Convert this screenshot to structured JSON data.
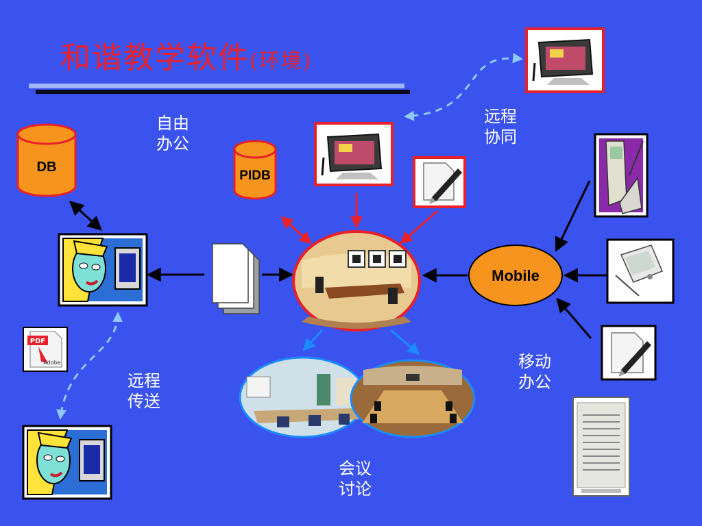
{
  "title": {
    "main": "和谐教学软件",
    "sub": "(环境)"
  },
  "nodes": {
    "db": "DB",
    "pidb": "PIDB",
    "mobile": "Mobile"
  },
  "labels": {
    "free_office_1": "自由",
    "free_office_2": "办公",
    "remote_collab_1": "远程",
    "remote_collab_2": "协同",
    "remote_transfer_1": "远程",
    "remote_transfer_2": "传送",
    "mobile_office_1": "移动",
    "mobile_office_2": "办公",
    "meeting_1": "会议",
    "meeting_2": "讨论"
  },
  "icons": {
    "pdf": "PDF",
    "adobe": "Adobe"
  },
  "colors": {
    "background": "#3a52ee",
    "title": "#e8202a",
    "cylinder": "#f7941d",
    "frame_red": "#e8202a",
    "arrow_red": "#e8202a",
    "arrow_blue": "#1a8cff"
  }
}
